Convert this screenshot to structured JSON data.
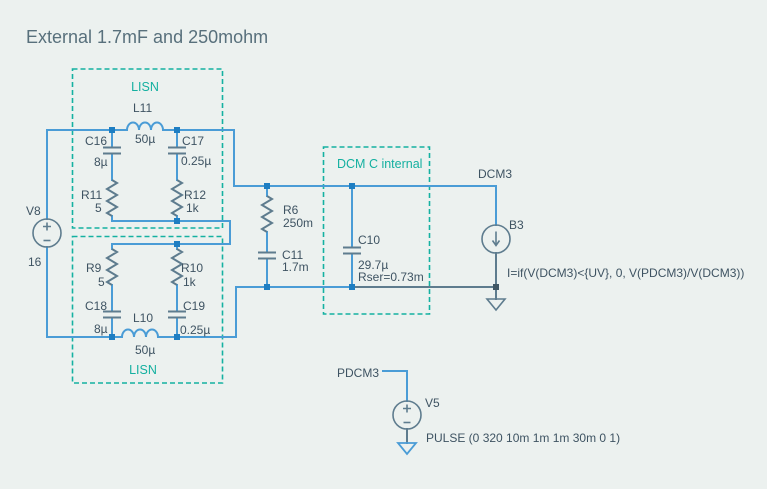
{
  "title": "External 1.7mF and 250mohm",
  "groups": {
    "lisn_top": {
      "label": "LISN"
    },
    "lisn_bottom": {
      "label": "LISN"
    },
    "dcm_internal": {
      "label": "DCM C internal"
    }
  },
  "nets": {
    "dcm3": "DCM3",
    "pdcm3": "PDCM3"
  },
  "components": {
    "v8": {
      "name": "V8",
      "value": "16"
    },
    "l11": {
      "name": "L11",
      "value": "50µ"
    },
    "c16": {
      "name": "C16",
      "value": "8µ"
    },
    "c17": {
      "name": "C17",
      "value": "0.25µ"
    },
    "r11": {
      "name": "R11",
      "value": "5"
    },
    "r12": {
      "name": "R12",
      "value": "1k"
    },
    "r9": {
      "name": "R9",
      "value": "5"
    },
    "r10": {
      "name": "R10",
      "value": "1k"
    },
    "c18": {
      "name": "C18",
      "value": "8µ"
    },
    "c19": {
      "name": "C19",
      "value": "0.25µ"
    },
    "l10": {
      "name": "L10",
      "value": "50µ"
    },
    "r6": {
      "name": "R6",
      "value": "250m"
    },
    "c11": {
      "name": "C11",
      "value": "1.7m"
    },
    "c10": {
      "name": "C10",
      "value": "29.7µ",
      "value2": "Rser=0.73m"
    },
    "b3": {
      "name": "B3",
      "value": "I=if(V(DCM3)<{UV}, 0, V(PDCM3)/V(DCM3))"
    },
    "v5": {
      "name": "V5",
      "value": "PULSE (0 320 10m 1m 1m 30m 0 1)"
    }
  },
  "colors": {
    "background": "#ecf1ef",
    "wire_blue": "#4a9cd6",
    "junction_blue": "#1e7ec2",
    "component_gray": "#5e7c8e",
    "label_text": "#3e5362",
    "group_teal": "#15b1a1",
    "title_text": "#58707c"
  }
}
